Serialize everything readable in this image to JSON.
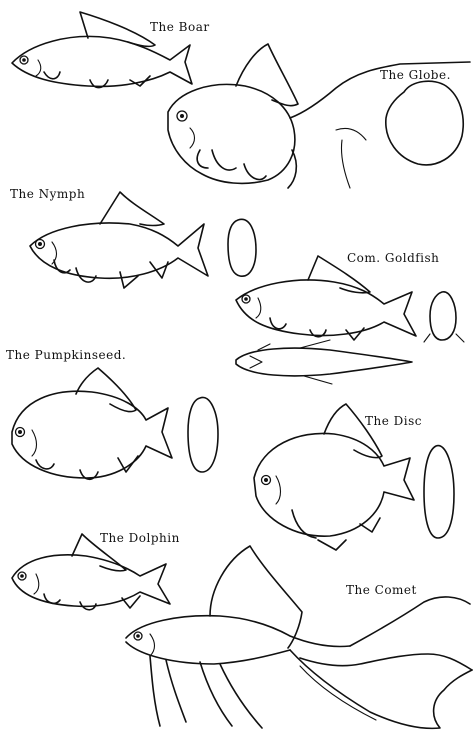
{
  "labels": {
    "boar": "The Boar",
    "globe": "The Globe.",
    "nymph": "The Nymph",
    "com_goldfish": "Com. Goldfish",
    "pumpkinseed": "The Pumpkinseed.",
    "disc": "The Disc",
    "dolphin": "The Dolphin",
    "comet": "The Comet"
  }
}
